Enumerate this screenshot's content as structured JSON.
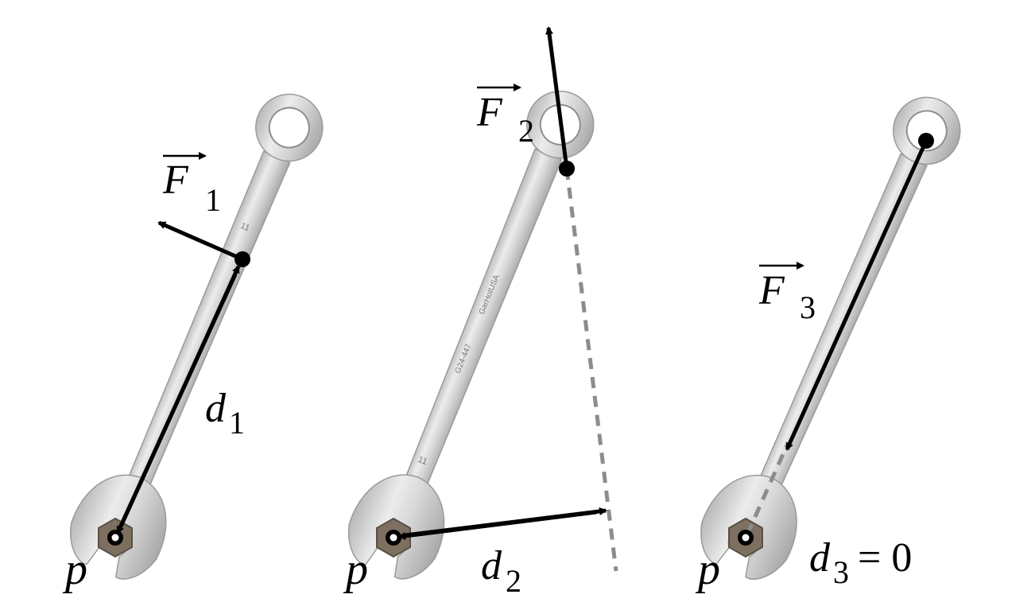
{
  "panels": [
    {
      "id": "panel-1",
      "pivot_label": "p",
      "force_symbol": "F",
      "force_subscript": "1",
      "distance_symbol": "d",
      "distance_subscript": "1",
      "distance_suffix": ""
    },
    {
      "id": "panel-2",
      "pivot_label": "p",
      "force_symbol": "F",
      "force_subscript": "2",
      "distance_symbol": "d",
      "distance_subscript": "2",
      "distance_suffix": ""
    },
    {
      "id": "panel-3",
      "pivot_label": "p",
      "force_symbol": "F",
      "force_subscript": "3",
      "distance_symbol": "d",
      "distance_subscript": "3",
      "distance_suffix": " = 0"
    }
  ],
  "colors": {
    "wrench_metal": "#d4d4d4",
    "wrench_edge": "#9a9a9a",
    "arrow": "#000000",
    "dashed_line": "#8c8c8c",
    "nut": "#7d7060"
  },
  "wrench_markings": {
    "size_mark": "11",
    "brand": "GarHotUSA",
    "part_number": "G24-447"
  }
}
